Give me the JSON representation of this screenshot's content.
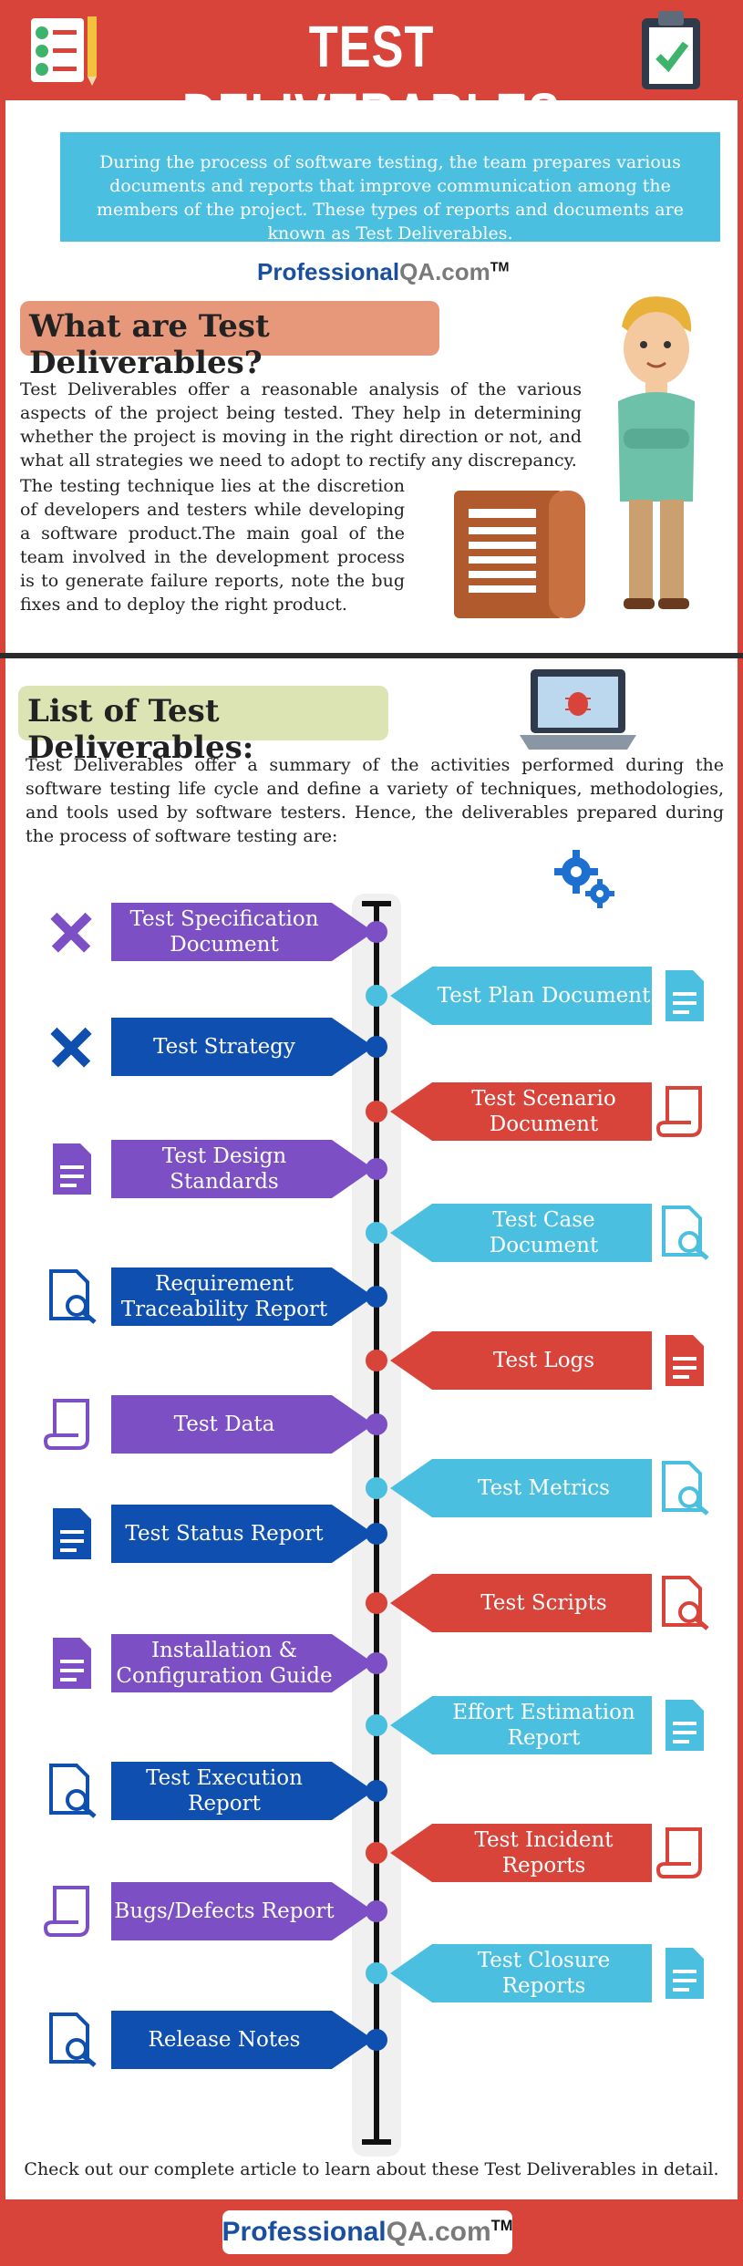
{
  "header": {
    "title": "TEST DELIVERABLES"
  },
  "intro": {
    "text": "During the process of software testing, the team prepares various documents and reports that improve communication among the members of the project. These types of reports and documents are known as Test Deliverables."
  },
  "logo": {
    "part1": "Professional",
    "part2": "QA.com",
    "tm": "TM"
  },
  "section1": {
    "heading": "What are Test Deliverables?",
    "para1": "Test Deliverables offer a reasonable analysis of the various aspects of the project being tested. They help in determining whether the project is moving in the right direction or not, and what all strategies we need to adopt to rectify any discrepancy.",
    "para2": "The testing technique lies at the discretion of developers and testers while developing a software product.The main goal of the team involved in the development process is to generate failure reports, note the bug fixes and to deploy the right product."
  },
  "section2": {
    "heading": "List of Test Deliverables:",
    "para": "Test Deliverables offer a summary of the activities performed during the software testing life cycle and define a variety of techniques, methodologies, and tools used by software testers. Hence, the deliverables prepared during the process of software testing are:"
  },
  "deliverables_left": [
    {
      "label": "Test Specification Document",
      "color": "#7c4fc4",
      "icon": "pencil-ruler-icon"
    },
    {
      "label": "Test Strategy",
      "color": "#0f4fb0",
      "icon": "pencil-ruler-icon"
    },
    {
      "label": "Test Design Standards",
      "color": "#7c4fc4",
      "icon": "document-icon"
    },
    {
      "label": "Requirement Traceability Report",
      "color": "#0f4fb0",
      "icon": "magnifier-document-icon"
    },
    {
      "label": "Test Data",
      "color": "#7c4fc4",
      "icon": "scroll-icon"
    },
    {
      "label": "Test Status Report",
      "color": "#0f4fb0",
      "icon": "document-icon"
    },
    {
      "label": "Installation & Configuration Guide",
      "color": "#7c4fc4",
      "icon": "document-icon"
    },
    {
      "label": "Test Execution Report",
      "color": "#0f4fb0",
      "icon": "search-document-icon"
    },
    {
      "label": "Bugs/Defects Report",
      "color": "#7c4fc4",
      "icon": "scroll-icon"
    },
    {
      "label": "Release Notes",
      "color": "#0f4fb0",
      "icon": "search-document-icon"
    }
  ],
  "deliverables_right": [
    {
      "label": "Test Plan Document",
      "color": "#4bbfe0",
      "icon": "document-icon"
    },
    {
      "label": "Test Scenario Document",
      "color": "#d9443a",
      "icon": "scroll-icon"
    },
    {
      "label": "Test Case Document",
      "color": "#4bbfe0",
      "icon": "search-document-icon"
    },
    {
      "label": "Test Logs",
      "color": "#d9443a",
      "icon": "document-icon"
    },
    {
      "label": "Test Metrics",
      "color": "#4bbfe0",
      "icon": "search-document-icon"
    },
    {
      "label": "Test Scripts",
      "color": "#d9443a",
      "icon": "search-document-icon"
    },
    {
      "label": "Effort Estimation Report",
      "color": "#4bbfe0",
      "icon": "document-icon"
    },
    {
      "label": "Test Incident Reports",
      "color": "#d9443a",
      "icon": "scroll-icon"
    },
    {
      "label": "Test Closure Reports",
      "color": "#4bbfe0",
      "icon": "document-icon"
    }
  ],
  "footer": {
    "text": "Check out our complete article to learn about these Test Deliverables in detail."
  },
  "colors": {
    "red": "#d9443a",
    "blue_light": "#4bbfe0",
    "purple": "#7c4fc4",
    "blue_dark": "#0f4fb0"
  }
}
